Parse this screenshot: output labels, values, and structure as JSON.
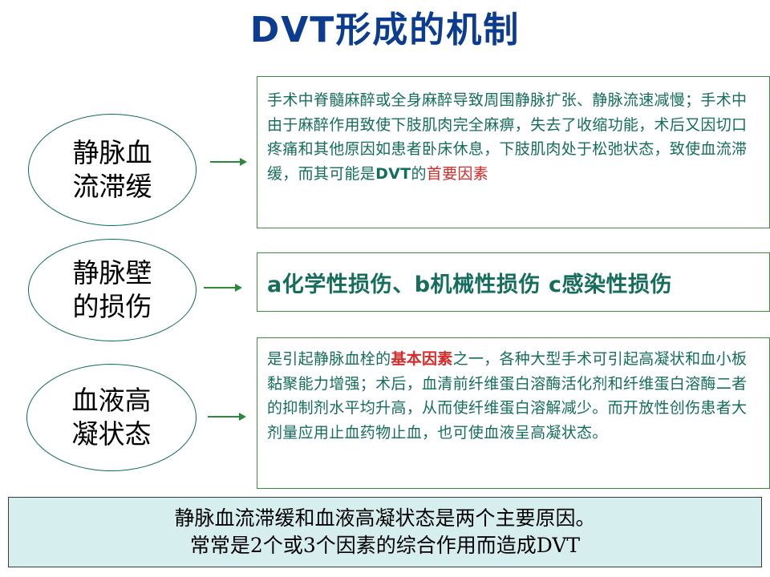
{
  "title": "DVT形成的机制",
  "rows": [
    {
      "ellipse_line1": "静脉血",
      "ellipse_line2": "流滞缓",
      "text_before": "手术中脊髓麻醉或全身麻醉导致周围静脉扩张、静脉流速减慢；手术中由于麻醉作用致使下肢肌肉完全麻痹，失去了收缩功能，术后又因切口疼痛和其他原因如患者卧床休息，下肢肌肉处于松弛状态，致使血流滞缓，而其可能是",
      "text_bold": "DVT",
      "text_mid": "的",
      "text_emph": "首要因素"
    },
    {
      "ellipse_line1": "静脉壁",
      "ellipse_line2": "的损伤",
      "text": "a化学性损伤、b机械性损伤 c感染性损伤"
    },
    {
      "ellipse_line1": "血液高",
      "ellipse_line2": "凝状态",
      "text_before": "是引起静脉血栓的",
      "text_emph": "基本因素",
      "text_after": "之一，各种大型手术可引起高凝状和血小板黏聚能力增强；术后，血清前纤维蛋白溶酶活化剂和纤维蛋白溶酶二者的抑制剂水平均升高，从而使纤维蛋白溶解减少。而开放性创伤患者大剂量应用止血药物止血，也可使血液呈高凝状态。"
    }
  ],
  "summary": {
    "line1": "静脉血流滞缓和血液高凝状态是两个主要原因。",
    "line2": "常常是2个或3个因素的综合作用而造成DVT"
  },
  "colors": {
    "title": "#0b3c8f",
    "text": "#156d5c",
    "emphasis": "#d52b2b",
    "summary_bg": "#d7eeee"
  }
}
